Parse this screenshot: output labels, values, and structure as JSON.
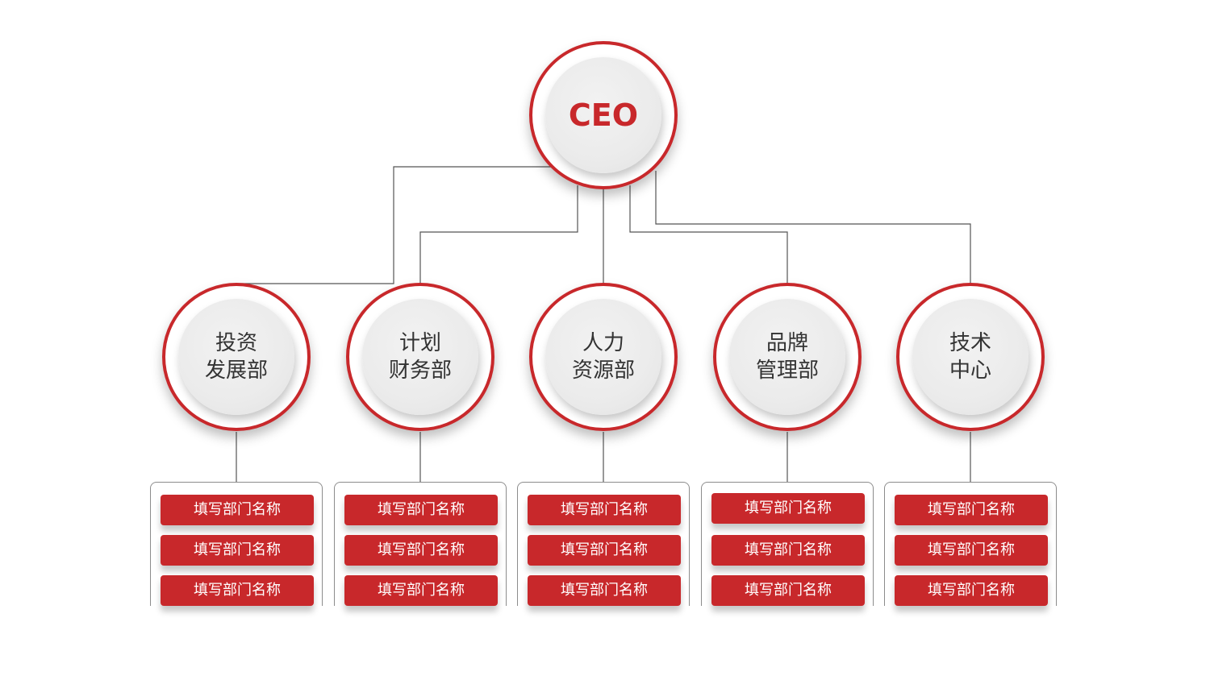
{
  "ceo": {
    "label": "CEO"
  },
  "departments": [
    {
      "line1": "投资",
      "line2": "发展部",
      "subunits": [
        "填写部门名称",
        "填写部门名称",
        "填写部门名称"
      ]
    },
    {
      "line1": "计划",
      "line2": "财务部",
      "subunits": [
        "填写部门名称",
        "填写部门名称",
        "填写部门名称"
      ]
    },
    {
      "line1": "人力",
      "line2": "资源部",
      "subunits": [
        "填写部门名称",
        "填写部门名称",
        "填写部门名称"
      ]
    },
    {
      "line1": "品牌",
      "line2": "管理部",
      "subunits": [
        "填写部门名称",
        "填写部门名称",
        "填写部门名称"
      ]
    },
    {
      "line1": "技术",
      "line2": "中心",
      "subunits": [
        "填写部门名称",
        "填写部门名称",
        "填写部门名称"
      ]
    }
  ],
  "colors": {
    "accent": "#c8282b",
    "circle_fill": "#ebebeb",
    "connector": "#555555",
    "dept_text": "#333333"
  }
}
